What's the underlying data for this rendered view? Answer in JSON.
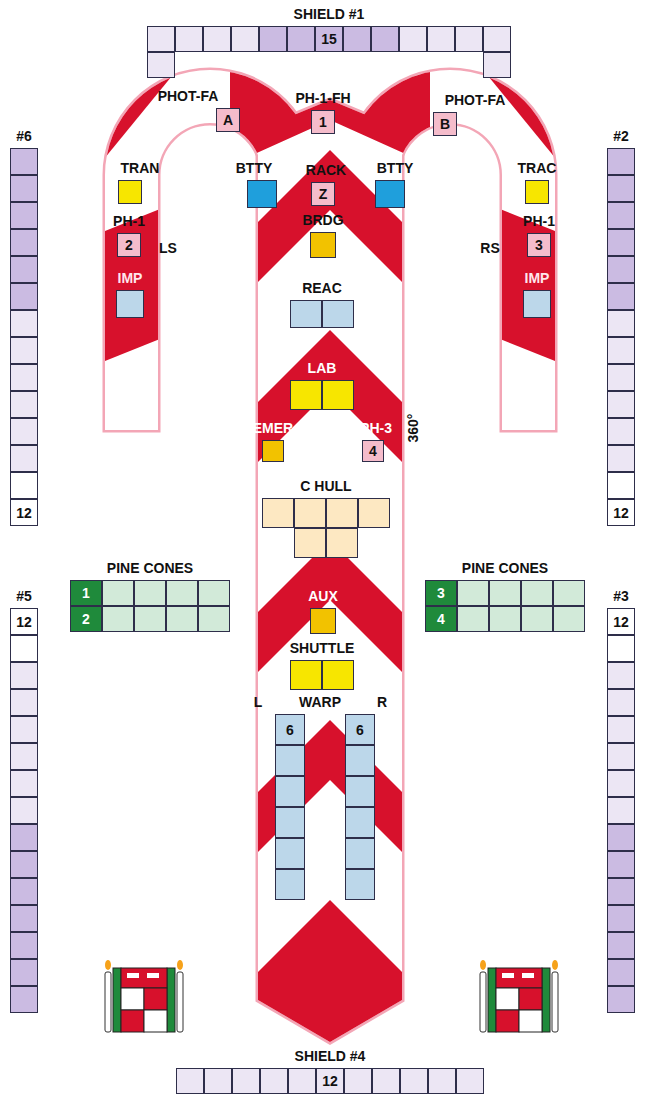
{
  "diagram": {
    "nodes": [
      {
        "text": [
          "SHIELD #1",
          "15"
        ]
      },
      {
        "text": [
          "#6",
          "12"
        ]
      },
      {
        "text": [
          "#2",
          "12"
        ]
      },
      {
        "text": [
          "PHOT-FA",
          "A"
        ]
      },
      {
        "text": [
          "PH-1-FH",
          "1"
        ]
      },
      {
        "text": [
          "PHOT-FA",
          "B"
        ]
      },
      {
        "text": [
          "TRAN"
        ]
      },
      {
        "text": [
          "BTTY"
        ]
      },
      {
        "text": [
          "RACK",
          "Z"
        ]
      },
      {
        "text": [
          "BTTY"
        ]
      },
      {
        "text": [
          "TRAC"
        ]
      },
      {
        "text": [
          "PH-1",
          "2"
        ]
      },
      {
        "text": [
          "BRDG"
        ]
      },
      {
        "text": [
          "PH-1",
          "3"
        ]
      },
      {
        "text": [
          "IMP"
        ]
      },
      {
        "text": [
          "REAC"
        ]
      },
      {
        "text": [
          "IMP"
        ]
      },
      {
        "text": [
          "LAB"
        ]
      },
      {
        "text": [
          "EMER"
        ]
      },
      {
        "text": [
          "PH-3",
          "4"
        ]
      },
      {
        "text": [
          "PINE CONES",
          "1",
          "2"
        ]
      },
      {
        "text": [
          "C HULL"
        ]
      },
      {
        "text": [
          "PINE CONES",
          "3",
          "4"
        ]
      },
      {
        "text": [
          "#5",
          "12"
        ]
      },
      {
        "text": [
          "#3",
          "12"
        ]
      },
      {
        "text": [
          "AUX"
        ]
      },
      {
        "text": [
          "SHUTTLE"
        ]
      },
      {
        "text": [
          "6"
        ]
      },
      {
        "text": [
          "6"
        ]
      },
      {
        "text": [
          "SHIELD #4",
          "12"
        ]
      }
    ],
    "labels": [
      "LS",
      "RS",
      "360°",
      "L",
      "WARP",
      "R"
    ]
  }
}
